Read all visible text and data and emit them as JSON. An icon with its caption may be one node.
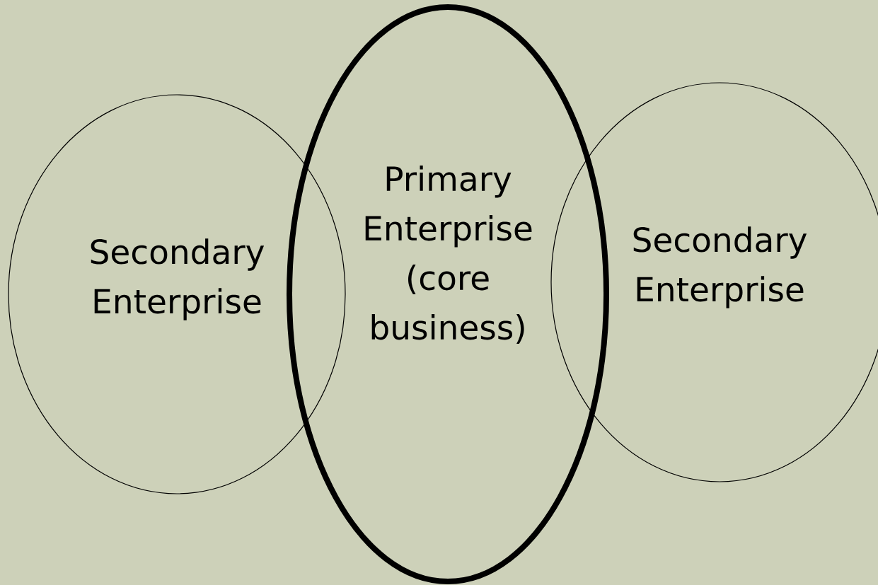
{
  "diagram": {
    "nodes": [
      {
        "text": [
          "Secondary Enterprise"
        ]
      },
      {
        "text": [
          "Primary Enterprise (core business)"
        ]
      },
      {
        "text": [
          "Secondary Enterprise"
        ]
      }
    ]
  }
}
